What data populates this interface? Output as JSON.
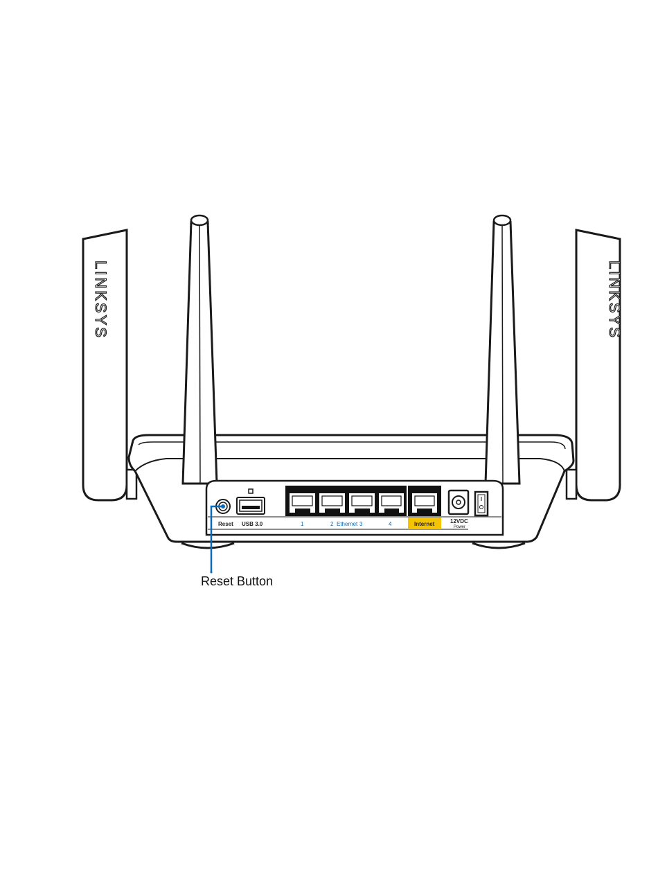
{
  "brand": {
    "left_antenna_logo": "LINKSYS",
    "right_antenna_logo": "LINKSYS"
  },
  "ports": {
    "reset": "Reset",
    "usb": "USB 3.0",
    "ethernet_1": "1",
    "ethernet_2": "2",
    "ethernet_group": "Ethernet",
    "ethernet_3": "3",
    "ethernet_4": "4",
    "internet": "Internet",
    "power_voltage": "12VDC",
    "power": "Power"
  },
  "callout": {
    "label": "Reset Button"
  },
  "colors": {
    "outline": "#1a1a1a",
    "body": "#ffffff",
    "panel": "#111111",
    "ethernet_text": "#0b69b5",
    "internet_highlight": "#f5c400",
    "callout_line": "#0b69b5"
  }
}
